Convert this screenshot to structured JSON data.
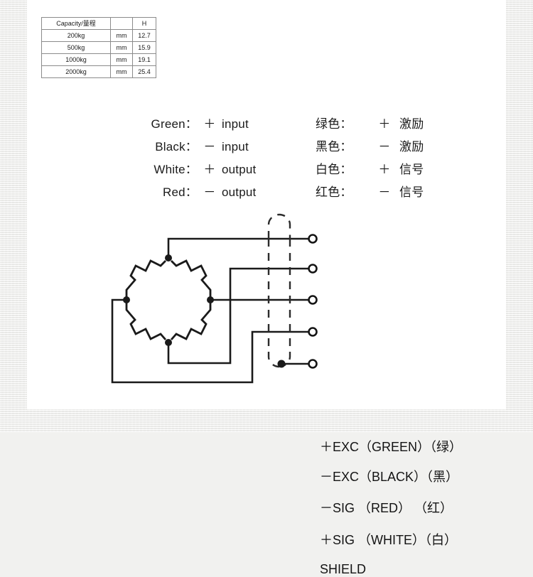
{
  "dimension_table": {
    "name": "capacity-dimension-table",
    "headers": [
      "Capacity/量程",
      "",
      "H"
    ],
    "rows": [
      [
        "200kg",
        "mm",
        "12.7"
      ],
      [
        "500kg",
        "mm",
        "15.9"
      ],
      [
        "1000kg",
        "mm",
        "19.1"
      ],
      [
        "2000kg",
        "mm",
        "25.4"
      ]
    ]
  },
  "legend_en": {
    "title": "wire color legend english",
    "rows": [
      {
        "color": "Green：",
        "sign": "＋",
        "function": "input"
      },
      {
        "color": "Black：",
        "sign": "－",
        "function": "input"
      },
      {
        "color": "White：",
        "sign": "＋",
        "function": "output"
      },
      {
        "color": "Red：",
        "sign": "－",
        "function": "output"
      }
    ]
  },
  "legend_cn": {
    "title": "wire color legend chinese",
    "rows": [
      {
        "color": "绿色：",
        "sign": "＋",
        "function": "激励"
      },
      {
        "color": "黑色：",
        "sign": "－",
        "function": "激励"
      },
      {
        "color": "白色：",
        "sign": "＋",
        "function": "信号"
      },
      {
        "color": "红色：",
        "sign": "－",
        "function": "信号"
      }
    ]
  },
  "schematic": {
    "title": "wheatstone bridge wiring schematic",
    "terminals": [
      {
        "id": "exc-pos",
        "label": "＋EXC（GREEN）（绿）"
      },
      {
        "id": "exc-neg",
        "label": "－EXC（BLACK）（黑）"
      },
      {
        "id": "sig-neg",
        "label": "－SIG （RED）     （红）"
      },
      {
        "id": "sig-pos",
        "label": "＋SIG （WHITE）（白）"
      },
      {
        "id": "shield",
        "label": "SHIELD"
      }
    ],
    "colors": {
      "wire": "#1a1a1a",
      "node": "#1a1a1a",
      "shield_jacket": "#2b2b2b"
    }
  }
}
